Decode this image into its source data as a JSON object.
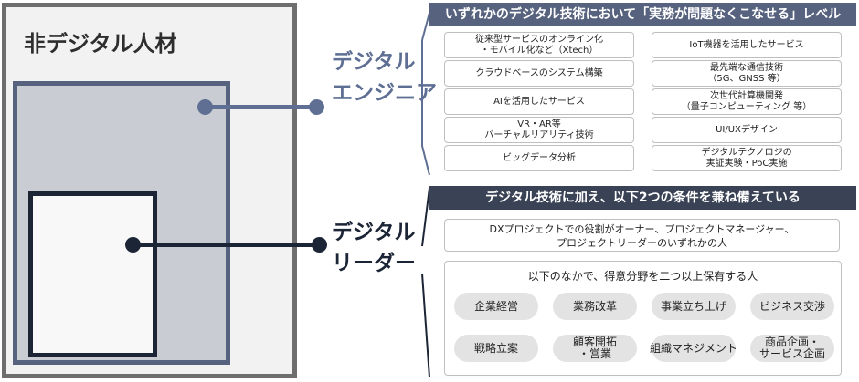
{
  "left": {
    "outer_title": "非デジタル人材"
  },
  "labels": {
    "engineer": [
      "デジタル",
      "エンジニア"
    ],
    "leader": [
      "デジタル",
      "リーダー"
    ]
  },
  "engineer_panel": {
    "header": "いずれかのデジタル技術において「実務が問題なくこなせる」レベル",
    "items": [
      [
        "従来型サービスのオンライン化",
        "・モバイル化など（Xtech）"
      ],
      [
        "IoT機器を活用したサービス"
      ],
      [
        "クラウドベースのシステム構築"
      ],
      [
        "最先端な通信技術",
        "（5G、GNSS 等）"
      ],
      [
        "AIを活用したサービス"
      ],
      [
        "次世代計算機開発",
        "（量子コンピューティング 等）"
      ],
      [
        "VR・AR等",
        "バーチャルリアリティ技術"
      ],
      [
        "UI/UXデザイン"
      ],
      [
        "ビッグデータ分析"
      ],
      [
        "デジタルテクノロジの",
        "実証実験・PoC実施"
      ]
    ]
  },
  "leader_panel": {
    "header": "デジタル技術に加え、以下2つの条件を兼ね備えている",
    "condition_1": [
      "DXプロジェクトでの役割がオーナー、プロジェクトマネージャー、",
      "プロジェクトリーダーのいずれかの人"
    ],
    "condition_2_title": "以下のなかで、得意分野を二つ以上保有する人",
    "skills": [
      [
        "企業経営"
      ],
      [
        "業務改革"
      ],
      [
        "事業立ち上げ"
      ],
      [
        "ビジネス交渉"
      ],
      [
        "戦略立案"
      ],
      [
        "顧客開拓",
        "・営業"
      ],
      [
        "組織マネジメント"
      ],
      [
        "商品企画・",
        "サービス企画"
      ]
    ]
  },
  "colors": {
    "engineer_accent": "#5e6f93",
    "leader_accent": "#1c2536",
    "outer_border": "#6e6e6e"
  }
}
